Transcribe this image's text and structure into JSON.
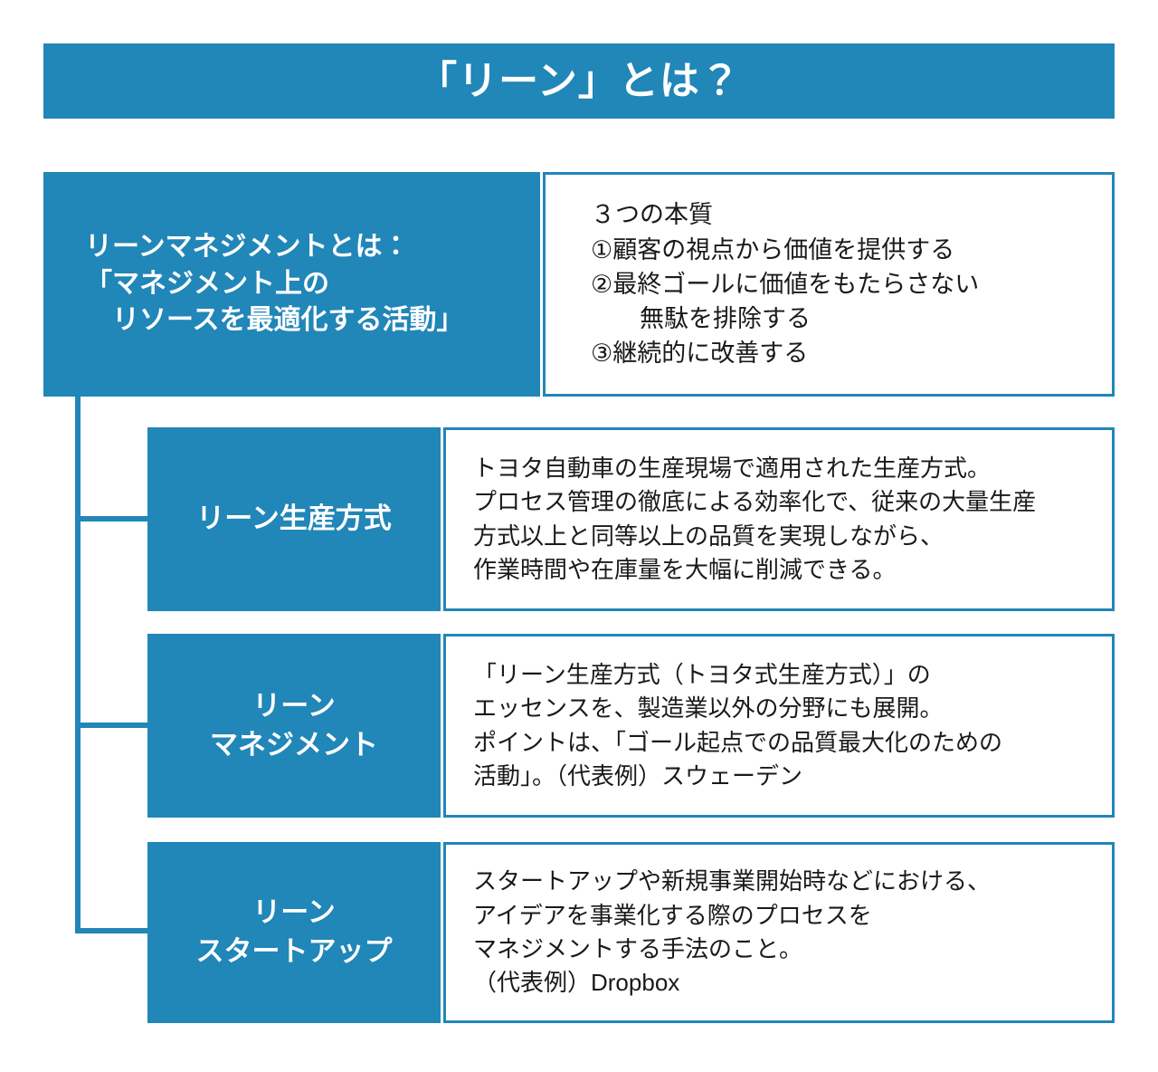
{
  "theme": {
    "accent": "#2186b8",
    "text_dark": "#1a1a1a",
    "text_light": "#ffffff",
    "background": "#ffffff"
  },
  "title": {
    "text": "「リーン」とは？"
  },
  "definition_row": {
    "label_lines": [
      "リーンマネジメントとは：",
      "「マネジメント上の",
      "　リソースを最適化する活動」"
    ],
    "body_lines": [
      "３つの本質",
      "①顧客の視点から価値を提供する",
      "②最終ゴールに価値をもたらさない",
      "　　無駄を排除する",
      "③継続的に改善する"
    ]
  },
  "branches": [
    {
      "label_lines": [
        "リーン生産方式"
      ],
      "body_lines": [
        "トヨタ自動車の生産現場で適用された生産方式。",
        "プロセス管理の徹底による効率化で、従来の大量生産",
        "方式以上と同等以上の品質を実現しながら、",
        "作業時間や在庫量を大幅に削減できる。"
      ]
    },
    {
      "label_lines": [
        "リーン",
        "マネジメント"
      ],
      "body_lines": [
        "「リーン生産方式（トヨタ式生産方式）」の",
        "エッセンスを、製造業以外の分野にも展開。",
        "ポイントは、「ゴール起点での品質最大化のための",
        "活動」。（代表例）スウェーデン"
      ]
    },
    {
      "label_lines": [
        "リーン",
        "スタートアップ"
      ],
      "body_lines": [
        "スタートアップや新規事業開始時などにおける、",
        "アイデアを事業化する際のプロセスを",
        "マネジメントする手法のこと。",
        "（代表例）Dropbox"
      ]
    }
  ]
}
